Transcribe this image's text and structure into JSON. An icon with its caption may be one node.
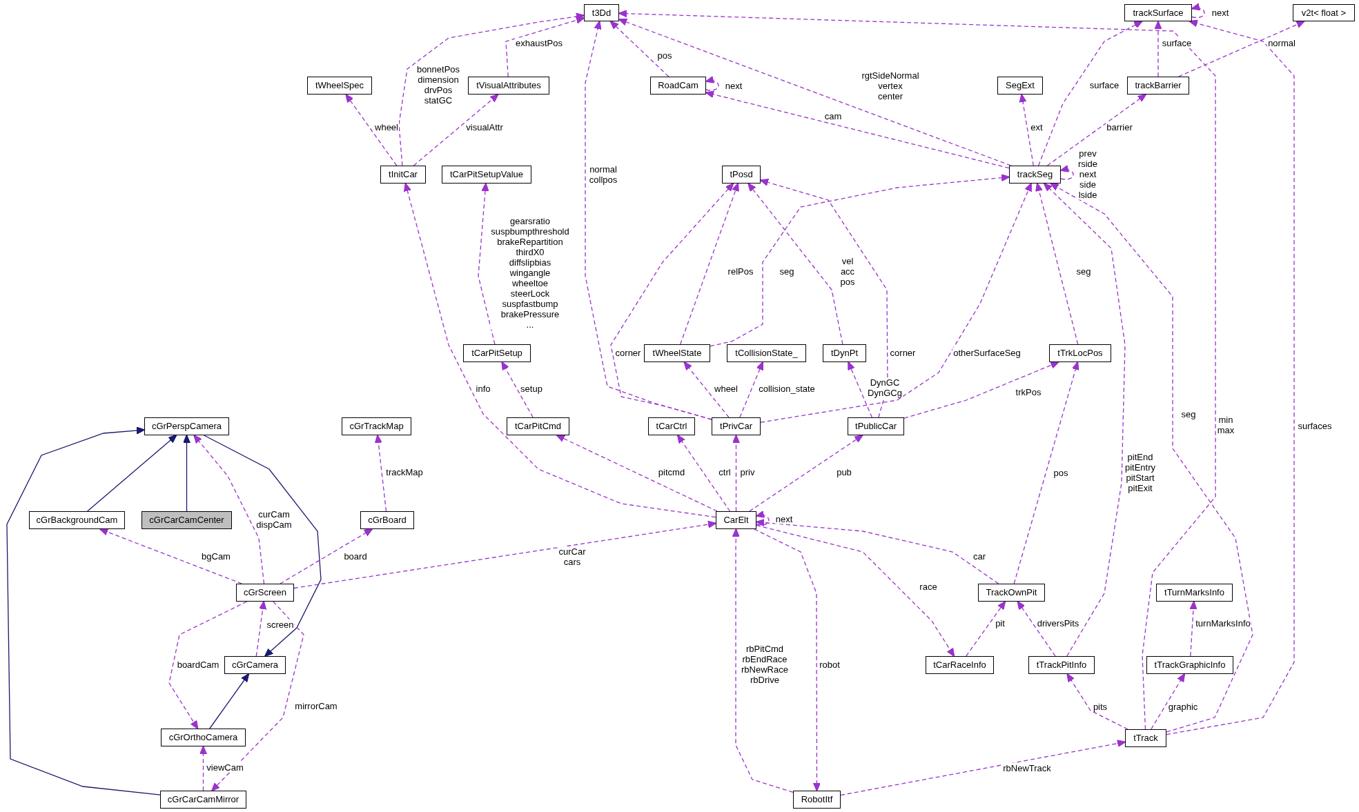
{
  "diagram": {
    "nodes": [
      {
        "text": [
          "t3Dd"
        ]
      },
      {
        "text": [
          "trackSurface"
        ]
      },
      {
        "text": [
          "v2t< float >"
        ]
      },
      {
        "text": [
          "tWheelSpec"
        ]
      },
      {
        "text": [
          "tVisualAttributes"
        ]
      },
      {
        "text": [
          "RoadCam"
        ]
      },
      {
        "text": [
          "SegExt"
        ]
      },
      {
        "text": [
          "trackBarrier"
        ]
      },
      {
        "text": [
          "tInitCar"
        ]
      },
      {
        "text": [
          "tCarPitSetupValue"
        ]
      },
      {
        "text": [
          "tPosd"
        ]
      },
      {
        "text": [
          "trackSeg"
        ]
      },
      {
        "text": [
          "tCarPitSetup"
        ]
      },
      {
        "text": [
          "tWheelState"
        ]
      },
      {
        "text": [
          "tCollisionState_"
        ]
      },
      {
        "text": [
          "tDynPt"
        ]
      },
      {
        "text": [
          "tTrkLocPos"
        ]
      },
      {
        "text": [
          "cGrPerspCamera"
        ]
      },
      {
        "text": [
          "cGrTrackMap"
        ]
      },
      {
        "text": [
          "tCarPitCmd"
        ]
      },
      {
        "text": [
          "tCarCtrl"
        ]
      },
      {
        "text": [
          "tPrivCar"
        ]
      },
      {
        "text": [
          "tPublicCar"
        ]
      },
      {
        "text": [
          "cGrBackgroundCam"
        ]
      },
      {
        "text": [
          "cGrCarCamCenter"
        ]
      },
      {
        "text": [
          "cGrBoard"
        ]
      },
      {
        "text": [
          "CarElt"
        ]
      },
      {
        "text": [
          "cGrScreen"
        ]
      },
      {
        "text": [
          "TrackOwnPit"
        ]
      },
      {
        "text": [
          "tTurnMarksInfo"
        ]
      },
      {
        "text": [
          "cGrCamera"
        ]
      },
      {
        "text": [
          "tCarRaceInfo"
        ]
      },
      {
        "text": [
          "tTrackPitInfo"
        ]
      },
      {
        "text": [
          "tTrackGraphicInfo"
        ]
      },
      {
        "text": [
          "cGrOrthoCamera"
        ]
      },
      {
        "text": [
          "tTrack"
        ]
      },
      {
        "text": [
          "cGrCarCamMirror"
        ]
      },
      {
        "text": [
          "RobotItf"
        ]
      }
    ],
    "edges": [
      {
        "from": 8,
        "to": 0,
        "arrow": "to",
        "label": "bonnetPos dimension drvPos statGC",
        "style": "dashed"
      },
      {
        "from": 4,
        "to": 0,
        "arrow": "to",
        "label": "exhaustPos",
        "style": "dashed"
      },
      {
        "from": 21,
        "to": 0,
        "arrow": "to",
        "label": "normal collpos",
        "style": "dashed"
      },
      {
        "from": 5,
        "to": 0,
        "arrow": "to",
        "label": "pos",
        "style": "dashed"
      },
      {
        "from": 11,
        "to": 0,
        "arrow": "to",
        "label": "rgtSideNormal vertex center",
        "style": "dashed"
      },
      {
        "from": 35,
        "to": 0,
        "arrow": "to",
        "label": "min max",
        "style": "dashed"
      },
      {
        "from": 5,
        "to": 5,
        "arrow": "to",
        "label": "next",
        "style": "dashed"
      },
      {
        "from": 11,
        "to": 5,
        "arrow": "to",
        "label": "cam",
        "style": "dashed"
      },
      {
        "from": 1,
        "to": 1,
        "arrow": "to",
        "label": "next",
        "style": "dashed"
      },
      {
        "from": 11,
        "to": 1,
        "arrow": "to",
        "label": "surface",
        "style": "dashed"
      },
      {
        "from": 7,
        "to": 1,
        "arrow": "to",
        "label": "surface",
        "style": "dashed"
      },
      {
        "from": 35,
        "to": 1,
        "arrow": "to",
        "label": "surfaces",
        "style": "dashed"
      },
      {
        "from": 7,
        "to": 2,
        "arrow": "to",
        "label": "normal",
        "style": "dashed"
      },
      {
        "from": 8,
        "to": 3,
        "arrow": "to",
        "label": "wheel",
        "style": "dashed"
      },
      {
        "from": 8,
        "to": 4,
        "arrow": "to",
        "label": "visualAttr",
        "style": "dashed"
      },
      {
        "from": 11,
        "to": 6,
        "arrow": "to",
        "label": "ext",
        "style": "dashed"
      },
      {
        "from": 11,
        "to": 7,
        "arrow": "to",
        "label": "barrier",
        "style": "dashed"
      },
      {
        "from": 11,
        "to": 11,
        "arrow": "to",
        "label": "prev rside next side lside",
        "style": "dashed"
      },
      {
        "from": 12,
        "to": 9,
        "arrow": "to",
        "label": "gearsratio suspbumpthreshold brakeRepartition thirdX0 diffslipbias wingangle wheeltoe steerLock suspfastbump brakePressure ...",
        "style": "dashed"
      },
      {
        "from": 21,
        "to": 10,
        "arrow": "to",
        "label": "corner",
        "style": "dashed"
      },
      {
        "from": 13,
        "to": 10,
        "arrow": "to",
        "label": "relPos",
        "style": "dashed"
      },
      {
        "from": 15,
        "to": 10,
        "arrow": "to",
        "label": "vel acc pos",
        "style": "dashed"
      },
      {
        "from": 22,
        "to": 10,
        "arrow": "to",
        "label": "corner",
        "style": "dashed"
      },
      {
        "from": 13,
        "to": 11,
        "arrow": "to",
        "label": "seg",
        "style": "dashed"
      },
      {
        "from": 21,
        "to": 11,
        "arrow": "to",
        "label": "otherSurfaceSeg",
        "style": "dashed"
      },
      {
        "from": 16,
        "to": 11,
        "arrow": "to",
        "label": "seg",
        "style": "dashed"
      },
      {
        "from": 32,
        "to": 11,
        "arrow": "to",
        "label": "pitEnd pitEntry pitStart pitExit",
        "style": "dashed"
      },
      {
        "from": 35,
        "to": 11,
        "arrow": "to",
        "label": "seg",
        "style": "dashed"
      },
      {
        "from": 19,
        "to": 12,
        "arrow": "to",
        "label": "setup",
        "style": "dashed"
      },
      {
        "from": 21,
        "to": 13,
        "arrow": "to",
        "label": "wheel",
        "style": "dashed"
      },
      {
        "from": 21,
        "to": 14,
        "arrow": "to",
        "label": "collision_state",
        "style": "dashed"
      },
      {
        "from": 22,
        "to": 15,
        "arrow": "to",
        "label": "DynGC DynGCg",
        "style": "dashed"
      },
      {
        "from": 22,
        "to": 16,
        "arrow": "to",
        "label": "trkPos",
        "style": "dashed"
      },
      {
        "from": 28,
        "to": 16,
        "arrow": "to",
        "label": "pos",
        "style": "dashed"
      },
      {
        "from": 26,
        "to": 8,
        "arrow": "to",
        "label": "info",
        "style": "dashed"
      },
      {
        "from": 25,
        "to": 18,
        "arrow": "to",
        "label": "trackMap",
        "style": "dashed"
      },
      {
        "from": 26,
        "to": 19,
        "arrow": "to",
        "label": "pitcmd",
        "style": "dashed"
      },
      {
        "from": 26,
        "to": 20,
        "arrow": "to",
        "label": "ctrl",
        "style": "dashed"
      },
      {
        "from": 26,
        "to": 21,
        "arrow": "to",
        "label": "priv",
        "style": "dashed"
      },
      {
        "from": 26,
        "to": 22,
        "arrow": "to",
        "label": "pub",
        "style": "dashed"
      },
      {
        "from": 23,
        "to": 17,
        "arrow": "to",
        "color": "#191970"
      },
      {
        "from": 24,
        "to": 17,
        "arrow": "to",
        "color": "#191970"
      },
      {
        "from": 17,
        "to": 30,
        "arrow": "to",
        "color": "#191970"
      },
      {
        "from": 36,
        "to": 17,
        "arrow": "to",
        "color": "#191970"
      },
      {
        "from": 27,
        "to": 17,
        "arrow": "to",
        "label": "curCam dispCam",
        "style": "dashed"
      },
      {
        "from": 27,
        "to": 23,
        "arrow": "to",
        "label": "bgCam",
        "style": "dashed"
      },
      {
        "from": 27,
        "to": 25,
        "arrow": "to",
        "label": "board",
        "style": "dashed"
      },
      {
        "from": 27,
        "to": 26,
        "arrow": "to",
        "label": "curCar cars",
        "style": "dashed"
      },
      {
        "from": 26,
        "to": 26,
        "arrow": "to",
        "label": "next",
        "style": "dashed"
      },
      {
        "from": 28,
        "to": 26,
        "arrow": "to",
        "label": "car",
        "style": "dashed"
      },
      {
        "from": 37,
        "to": 26,
        "arrow": "to",
        "label": "rbPitCmd rbEndRace rbNewRace rbDrive",
        "style": "dashed"
      },
      {
        "from": 26,
        "to": 37,
        "arrow": "to",
        "label": "robot",
        "style": "dashed"
      },
      {
        "from": 26,
        "to": 31,
        "arrow": "to",
        "label": "race",
        "style": "dashed"
      },
      {
        "from": 30,
        "to": 27,
        "arrow": "to",
        "label": "screen",
        "style": "dashed"
      },
      {
        "from": 27,
        "to": 34,
        "arrow": "to",
        "label": "boardCam",
        "style": "dashed"
      },
      {
        "from": 27,
        "to": 36,
        "arrow": "to",
        "label": "mirrorCam",
        "style": "dashed"
      },
      {
        "from": 34,
        "to": 30,
        "arrow": "to",
        "color": "#191970"
      },
      {
        "from": 36,
        "to": 34,
        "arrow": "to",
        "label": "viewCam",
        "style": "dashed"
      },
      {
        "from": 31,
        "to": 28,
        "arrow": "to",
        "label": "pit",
        "style": "dashed"
      },
      {
        "from": 32,
        "to": 28,
        "arrow": "to",
        "label": "driversPits",
        "style": "dashed"
      },
      {
        "from": 33,
        "to": 29,
        "arrow": "to",
        "label": "turnMarksInfo",
        "style": "dashed"
      },
      {
        "from": 35,
        "to": 32,
        "arrow": "to",
        "label": "pits",
        "style": "dashed"
      },
      {
        "from": 35,
        "to": 33,
        "arrow": "to",
        "label": "graphic",
        "style": "dashed"
      },
      {
        "from": 37,
        "to": 35,
        "arrow": "to",
        "label": "rbNewTrack",
        "style": "dashed"
      }
    ]
  }
}
